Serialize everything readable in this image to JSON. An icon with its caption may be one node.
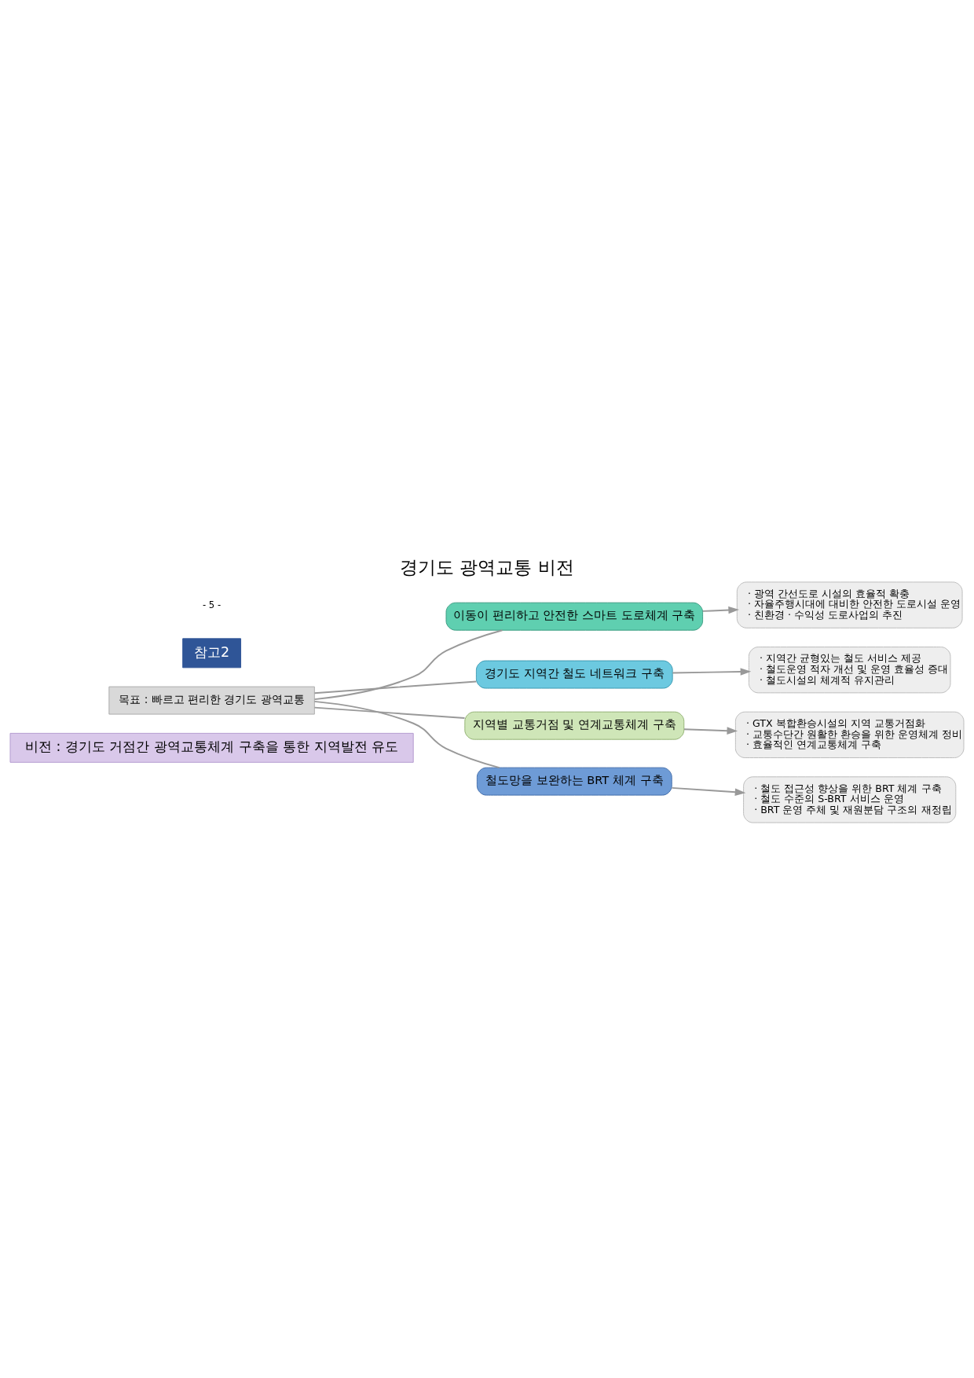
{
  "diagram": {
    "title": "경기도 광역교통 비전",
    "nodes": [
      {
        "text": [
          "비전 : 경기도 거점간 광역교통체계 구축을 통한 지역발전 유도"
        ]
      },
      {
        "text": [
          "목표 : 빠르고 편리한 경기도 광역교통"
        ]
      },
      {
        "text": [
          "이동이 편리하고 안전한 스마트 도로체계 구축"
        ]
      },
      {
        "text": [
          "· 광역 간선도로 시설의 효율적 확충",
          "· 자율주행시대에 대비한 안전한 도로시설 운영",
          "· 친환경 · 수익성 도로사업의 추진"
        ]
      },
      {
        "text": [
          "경기도 지역간 철도 네트워크 구축"
        ]
      },
      {
        "text": [
          "· 지역간 균형있는 철도 서비스 제공",
          "· 철도운영 적자 개선 및 운영 효율성 증대",
          "· 철도시설의 체계적 유지관리"
        ]
      },
      {
        "text": [
          "지역별 교통거점 및 연계교통체계 구축"
        ]
      },
      {
        "text": [
          "· GTX 복합환승시설의 지역 교통거점화",
          "· 교통수단간 원활한 환승을 위한 운영체계 정비",
          "· 효율적인 연계교통체계 구축"
        ]
      },
      {
        "text": [
          "철도망을 보완하는 BRT 체계 구축"
        ]
      },
      {
        "text": [
          "· 철도 접근성 향상을 위한 BRT 체계 구축",
          "· 철도 수준의 S-BRT 서비스 운영",
          "· BRT 운영 주체 및 재원분담 구조의 재정립"
        ]
      }
    ],
    "edges": [
      {
        "from": 1,
        "to": 2,
        "arrow": "none"
      },
      {
        "from": 1,
        "to": 4,
        "arrow": "none"
      },
      {
        "from": 1,
        "to": 6,
        "arrow": "none"
      },
      {
        "from": 1,
        "to": 8,
        "arrow": "none"
      },
      {
        "from": 2,
        "to": 3,
        "arrow": "to"
      },
      {
        "from": 4,
        "to": 5,
        "arrow": "to"
      },
      {
        "from": 6,
        "to": 7,
        "arrow": "to"
      },
      {
        "from": 8,
        "to": 9,
        "arrow": "to"
      }
    ],
    "labels": [
      "참고2",
      "- 5 -"
    ]
  }
}
